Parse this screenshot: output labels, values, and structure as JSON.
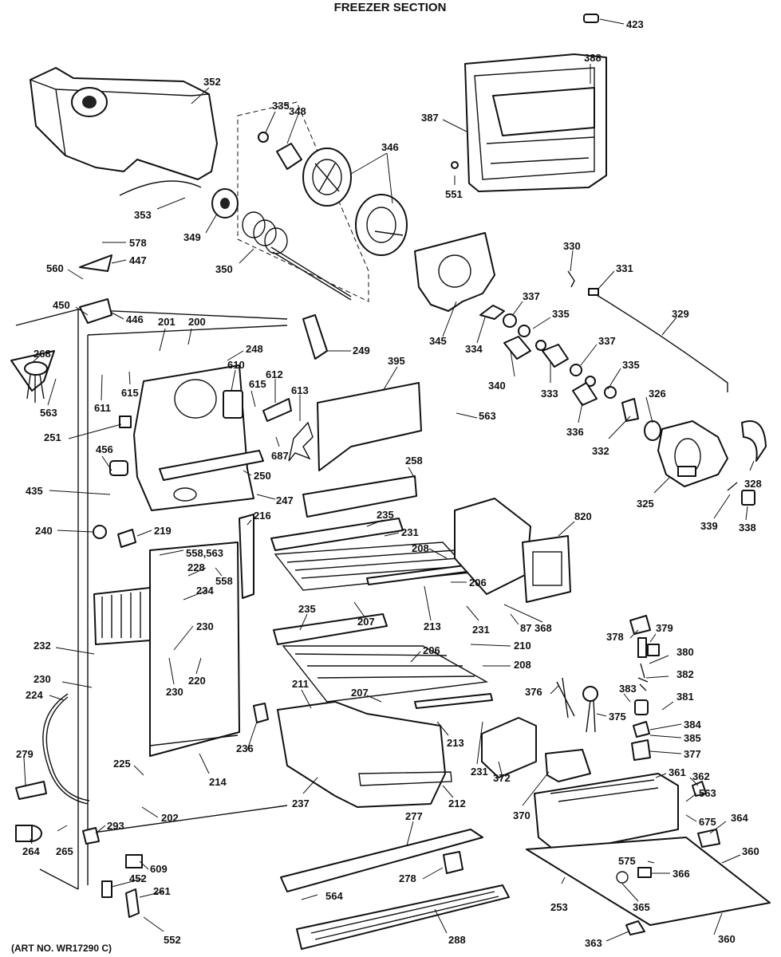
{
  "title": "FREEZER SECTION",
  "art_number": "(ART NO. WR17290 C)",
  "parts": [
    {
      "id": "p423",
      "label": "423"
    },
    {
      "id": "p352",
      "label": "352"
    },
    {
      "id": "p388",
      "label": "388"
    },
    {
      "id": "p387",
      "label": "387"
    },
    {
      "id": "p335a",
      "label": "335"
    },
    {
      "id": "p348",
      "label": "348"
    },
    {
      "id": "p346",
      "label": "346"
    },
    {
      "id": "p551",
      "label": "551"
    },
    {
      "id": "p353",
      "label": "353"
    },
    {
      "id": "p349",
      "label": "349"
    },
    {
      "id": "p350",
      "label": "350"
    },
    {
      "id": "p578",
      "label": "578"
    },
    {
      "id": "p447",
      "label": "447"
    },
    {
      "id": "p560",
      "label": "560"
    },
    {
      "id": "p330",
      "label": "330"
    },
    {
      "id": "p331",
      "label": "331"
    },
    {
      "id": "p337a",
      "label": "337"
    },
    {
      "id": "p450",
      "label": "450"
    },
    {
      "id": "p446",
      "label": "446"
    },
    {
      "id": "p345",
      "label": "345"
    },
    {
      "id": "p334",
      "label": "334"
    },
    {
      "id": "p335b",
      "label": "335"
    },
    {
      "id": "p329",
      "label": "329"
    },
    {
      "id": "p201",
      "label": "201"
    },
    {
      "id": "p200",
      "label": "200"
    },
    {
      "id": "p249",
      "label": "249"
    },
    {
      "id": "p337b",
      "label": "337"
    },
    {
      "id": "p268",
      "label": "268"
    },
    {
      "id": "p248",
      "label": "248"
    },
    {
      "id": "p340",
      "label": "340"
    },
    {
      "id": "p333",
      "label": "333"
    },
    {
      "id": "p335c",
      "label": "335"
    },
    {
      "id": "p395",
      "label": "395"
    },
    {
      "id": "p610",
      "label": "610"
    },
    {
      "id": "p612",
      "label": "612"
    },
    {
      "id": "p613",
      "label": "613"
    },
    {
      "id": "p615a",
      "label": "615"
    },
    {
      "id": "p615b",
      "label": "615"
    },
    {
      "id": "p326",
      "label": "326"
    },
    {
      "id": "p563a",
      "label": "563"
    },
    {
      "id": "p611",
      "label": "611"
    },
    {
      "id": "p563b",
      "label": "563"
    },
    {
      "id": "p336",
      "label": "336"
    },
    {
      "id": "p332",
      "label": "332"
    },
    {
      "id": "p251",
      "label": "251"
    },
    {
      "id": "p687",
      "label": "687"
    },
    {
      "id": "p456",
      "label": "456"
    },
    {
      "id": "p258",
      "label": "258"
    },
    {
      "id": "p250",
      "label": "250"
    },
    {
      "id": "p328",
      "label": "328"
    },
    {
      "id": "p435",
      "label": "435"
    },
    {
      "id": "p247",
      "label": "247"
    },
    {
      "id": "p325",
      "label": "325"
    },
    {
      "id": "p216",
      "label": "216"
    },
    {
      "id": "p235a",
      "label": "235"
    },
    {
      "id": "p820",
      "label": "820"
    },
    {
      "id": "p240",
      "label": "240"
    },
    {
      "id": "p219",
      "label": "219"
    },
    {
      "id": "p231a",
      "label": "231"
    },
    {
      "id": "p339",
      "label": "339"
    },
    {
      "id": "p338",
      "label": "338"
    },
    {
      "id": "p208a",
      "label": "208"
    },
    {
      "id": "p558_563",
      "label": "558,563"
    },
    {
      "id": "p228",
      "label": "228"
    },
    {
      "id": "p558",
      "label": "558"
    },
    {
      "id": "p206a",
      "label": "206"
    },
    {
      "id": "p234",
      "label": "234"
    },
    {
      "id": "p235b",
      "label": "235"
    },
    {
      "id": "p207a",
      "label": "207"
    },
    {
      "id": "p213a",
      "label": "213"
    },
    {
      "id": "p231b",
      "label": "231"
    },
    {
      "id": "p87",
      "label": "87"
    },
    {
      "id": "p368",
      "label": "368"
    },
    {
      "id": "p378",
      "label": "378"
    },
    {
      "id": "p379",
      "label": "379"
    },
    {
      "id": "p230a",
      "label": "230"
    },
    {
      "id": "p210",
      "label": "210"
    },
    {
      "id": "p232",
      "label": "232"
    },
    {
      "id": "p206b",
      "label": "206"
    },
    {
      "id": "p380",
      "label": "380"
    },
    {
      "id": "p208b",
      "label": "208"
    },
    {
      "id": "p220",
      "label": "220"
    },
    {
      "id": "p382",
      "label": "382"
    },
    {
      "id": "p230b",
      "label": "230"
    },
    {
      "id": "p230c",
      "label": "230"
    },
    {
      "id": "p224",
      "label": "224"
    },
    {
      "id": "p211",
      "label": "211"
    },
    {
      "id": "p207b",
      "label": "207"
    },
    {
      "id": "p383",
      "label": "383"
    },
    {
      "id": "p381",
      "label": "381"
    },
    {
      "id": "p376",
      "label": "376"
    },
    {
      "id": "p375",
      "label": "375"
    },
    {
      "id": "p384",
      "label": "384"
    },
    {
      "id": "p385",
      "label": "385"
    },
    {
      "id": "p213b",
      "label": "213"
    },
    {
      "id": "p236",
      "label": "236"
    },
    {
      "id": "p377",
      "label": "377"
    },
    {
      "id": "p279",
      "label": "279"
    },
    {
      "id": "p225",
      "label": "225"
    },
    {
      "id": "p231c",
      "label": "231"
    },
    {
      "id": "p214",
      "label": "214"
    },
    {
      "id": "p372",
      "label": "372"
    },
    {
      "id": "p361",
      "label": "361"
    },
    {
      "id": "p362",
      "label": "362"
    },
    {
      "id": "p237",
      "label": "237"
    },
    {
      "id": "p563c",
      "label": "563"
    },
    {
      "id": "p212",
      "label": "212"
    },
    {
      "id": "p370",
      "label": "370"
    },
    {
      "id": "p202",
      "label": "202"
    },
    {
      "id": "p277",
      "label": "277"
    },
    {
      "id": "p675",
      "label": "675"
    },
    {
      "id": "p364",
      "label": "364"
    },
    {
      "id": "p293",
      "label": "293"
    },
    {
      "id": "p264",
      "label": "264"
    },
    {
      "id": "p265",
      "label": "265"
    },
    {
      "id": "p360a",
      "label": "360"
    },
    {
      "id": "p575",
      "label": "575"
    },
    {
      "id": "p609",
      "label": "609"
    },
    {
      "id": "p366",
      "label": "366"
    },
    {
      "id": "p452",
      "label": "452"
    },
    {
      "id": "p261",
      "label": "261"
    },
    {
      "id": "p278",
      "label": "278"
    },
    {
      "id": "p564",
      "label": "564"
    },
    {
      "id": "p253",
      "label": "253"
    },
    {
      "id": "p365",
      "label": "365"
    },
    {
      "id": "p552",
      "label": "552"
    },
    {
      "id": "p288",
      "label": "288"
    },
    {
      "id": "p363",
      "label": "363"
    },
    {
      "id": "p360b",
      "label": "360"
    }
  ]
}
